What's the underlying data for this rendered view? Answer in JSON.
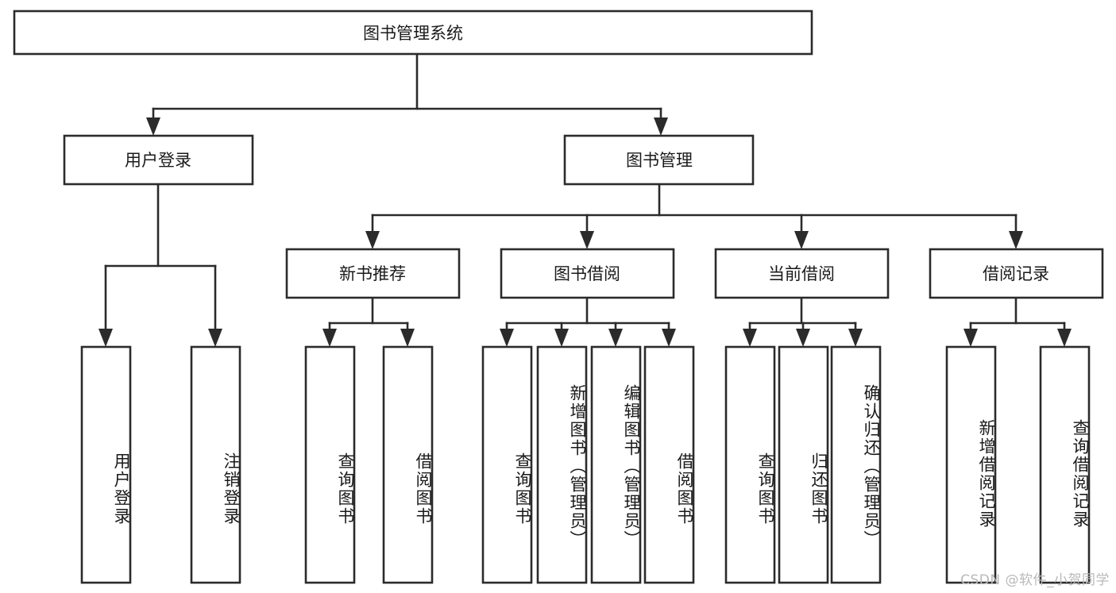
{
  "diagram": {
    "type": "tree-hierarchy-chart",
    "title": "图书管理系统",
    "background_color": "#ffffff",
    "line_color": "#2b2b2b",
    "text_color": "#1a1a1a",
    "root": {
      "label": "图书管理系统",
      "orientation": "horizontal"
    },
    "level2": [
      {
        "label": "用户登录",
        "orientation": "horizontal"
      },
      {
        "label": "图书管理",
        "orientation": "horizontal"
      }
    ],
    "level3": [
      {
        "label": "新书推荐",
        "orientation": "horizontal",
        "parent": "图书管理"
      },
      {
        "label": "图书借阅",
        "orientation": "horizontal",
        "parent": "图书管理"
      },
      {
        "label": "当前借阅",
        "orientation": "horizontal",
        "parent": "图书管理"
      },
      {
        "label": "借阅记录",
        "orientation": "horizontal",
        "parent": "图书管理"
      }
    ],
    "leaves": [
      {
        "label": "用户登录",
        "parent": "用户登录",
        "orientation": "vertical"
      },
      {
        "label": "注销登录",
        "parent": "用户登录",
        "orientation": "vertical"
      },
      {
        "label": "查询图书",
        "parent": "新书推荐",
        "orientation": "vertical"
      },
      {
        "label": "借阅图书",
        "parent": "新书推荐",
        "orientation": "vertical"
      },
      {
        "label": "查询图书",
        "parent": "图书借阅",
        "orientation": "vertical"
      },
      {
        "label": "新增图书（管理员）",
        "parent": "图书借阅",
        "orientation": "vertical"
      },
      {
        "label": "编辑图书（管理员）",
        "parent": "图书借阅",
        "orientation": "vertical"
      },
      {
        "label": "借阅图书",
        "parent": "图书借阅",
        "orientation": "vertical"
      },
      {
        "label": "查询图书",
        "parent": "当前借阅",
        "orientation": "vertical"
      },
      {
        "label": "归还图书",
        "parent": "当前借阅",
        "orientation": "vertical"
      },
      {
        "label": "确认归还（管理员）",
        "parent": "当前借阅",
        "orientation": "vertical"
      },
      {
        "label": "新增借阅记录",
        "parent": "借阅记录",
        "orientation": "vertical"
      },
      {
        "label": "查询借阅记录",
        "parent": "借阅记录",
        "orientation": "vertical"
      }
    ],
    "watermark": "CSDN @软件_小贺同学"
  }
}
